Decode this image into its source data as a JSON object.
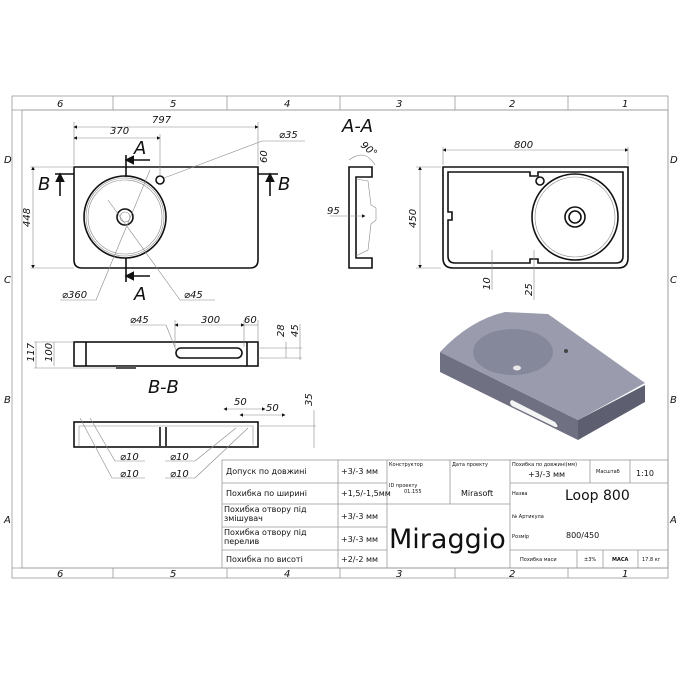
{
  "zones": {
    "columns": [
      "6",
      "5",
      "4",
      "3",
      "2",
      "1"
    ],
    "rows": [
      "D",
      "C",
      "B",
      "A"
    ]
  },
  "plan_view": {
    "dims": {
      "overall_length": "797",
      "basin_offset": "370",
      "overflow_dia": "⌀35",
      "overflow_offset": "60",
      "depth": "448",
      "basin_dia": "⌀360",
      "drain_dia": "⌀45"
    },
    "section_a": "A",
    "section_b": "B"
  },
  "section_aa": {
    "title": "A-A",
    "angle": "90°",
    "height": "95"
  },
  "top_view": {
    "length": "800",
    "width": "450",
    "dim_10": "10",
    "dim_25": "25"
  },
  "section_bb": {
    "title": "B-B",
    "dims": {
      "slot_dia": "⌀45",
      "slot_len": "300",
      "slot_offset": "60",
      "slot_top": "28",
      "slot_h": "45",
      "total_h": "117",
      "body_h": "100",
      "d50a": "50",
      "d50b": "50",
      "d35": "35",
      "holes": [
        "⌀10",
        "⌀10",
        "⌀10",
        "⌀10"
      ]
    }
  },
  "render_colors": {
    "top": "#9a9cad",
    "side": "#6f7182",
    "basin": "#85889a"
  },
  "title_block": {
    "tolerances": [
      {
        "label": "Допуск по довжині",
        "value": "+3/-3 мм"
      },
      {
        "label": "Похибка по ширині",
        "value": "+1,5/-1,5мм"
      },
      {
        "label": "Похибка отвору під змішувач",
        "value": "+3/-3 мм"
      },
      {
        "label": "Похибка отвору під перелив",
        "value": "+3/-3 мм"
      },
      {
        "label": "Похибка по висоті",
        "value": "+2/-2 мм"
      }
    ],
    "designer_label": "Конструктор",
    "date_label": "Дата проекту",
    "project_id_label": "ID проекту",
    "project_id": "01.155",
    "company": "Mirasoft",
    "brand": "Miraggio",
    "length_tol_label": "Похибка по довжині(мм)",
    "length_tol": "+3/-3 мм",
    "scale_label": "Масштаб",
    "scale": "1:10",
    "name_label": "Назва",
    "name": "Loop 800",
    "article_label": "№ Артикула",
    "size_label": "Розмір",
    "size": "800/450",
    "mass_tol_label": "Похибка маси",
    "mass_tol": "±3%",
    "mass_label": "МАСА",
    "mass": "17.8 кг"
  }
}
